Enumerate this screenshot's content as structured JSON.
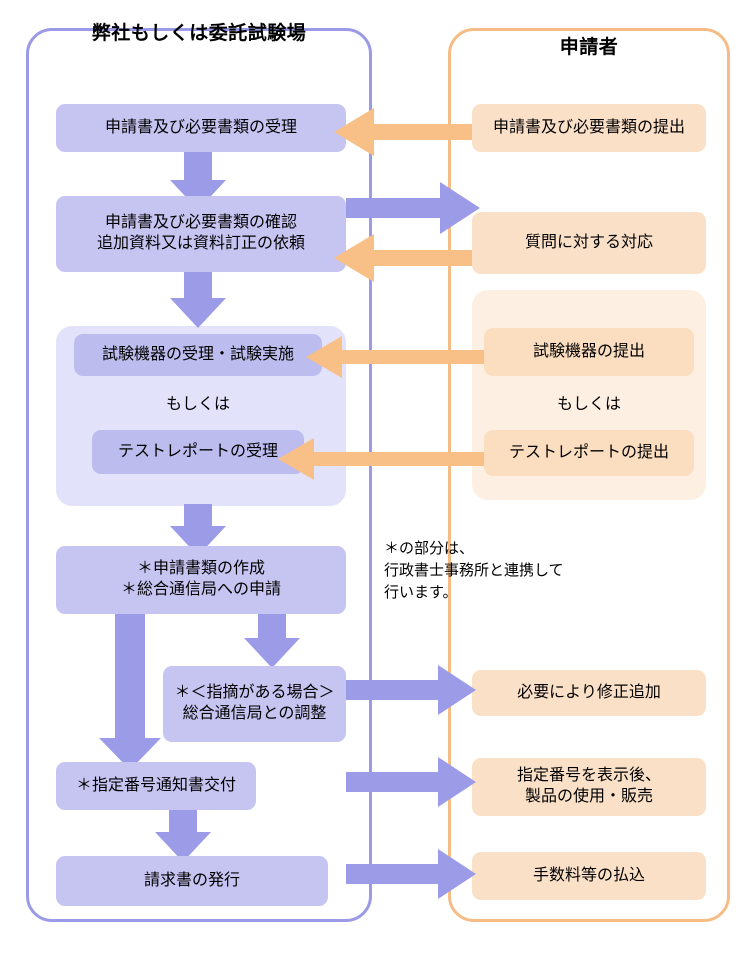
{
  "diagram": {
    "title_left": "弊社もしくは委託試験場",
    "title_right": "申請者",
    "alt_label": "もしくは",
    "note": "＊の部分は、\n行政書士事務所と連携して\n行います。",
    "colors": {
      "panel_left_border": "#9a9ae6",
      "panel_right_border": "#f6bc85",
      "node_blue": "#c6c5f2",
      "node_blue_dark": "#bcbcee",
      "node_orange": "#fbe0c8",
      "group_blue": "#e3e2fb",
      "group_orange": "#fdf0e3",
      "arrow_blue": "#9b9be8",
      "arrow_orange": "#f8bf86",
      "text": "#000000"
    }
  },
  "left_nodes": [
    {
      "id": "receive-application",
      "label": "申請書及び必要書類の受理"
    },
    {
      "id": "confirm-application",
      "label": "申請書及び必要書類の確認\n追加資料又は資料訂正の依頼"
    },
    {
      "id": "receive-equipment",
      "label": "試験機器の受理・試験実施"
    },
    {
      "id": "receive-test-report",
      "label": "テストレポートの受理"
    },
    {
      "id": "prepare-documents",
      "label": "＊申請書類の作成\n＊総合通信局への申請"
    },
    {
      "id": "coordinate-bureau",
      "label": "＊＜指摘がある場合＞\n総合通信局との調整"
    },
    {
      "id": "issue-number-notice",
      "label": "＊指定番号通知書交付"
    },
    {
      "id": "issue-invoice",
      "label": "請求書の発行"
    }
  ],
  "right_nodes": [
    {
      "id": "submit-application",
      "label": "申請書及び必要書類の提出"
    },
    {
      "id": "answer-questions",
      "label": "質問に対する対応"
    },
    {
      "id": "submit-equipment",
      "label": "試験機器の提出"
    },
    {
      "id": "submit-test-report",
      "label": "テストレポートの提出"
    },
    {
      "id": "revise-as-needed",
      "label": "必要により修正追加"
    },
    {
      "id": "use-and-sell",
      "label": "指定番号を表示後、\n製品の使用・販売"
    },
    {
      "id": "pay-fees",
      "label": "手数料等の払込"
    }
  ]
}
